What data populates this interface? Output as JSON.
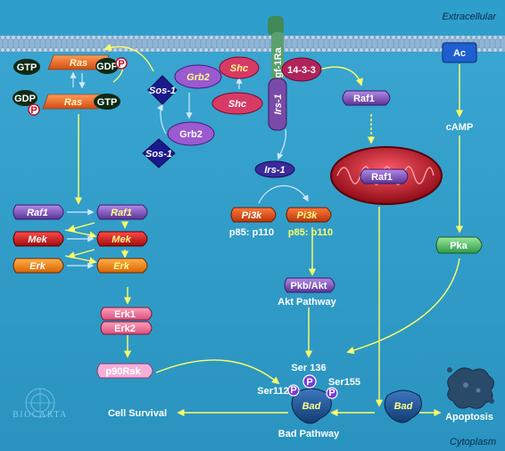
{
  "compartments": {
    "extracellular": "Extracellular",
    "cytoplasm": "Cytoplasm"
  },
  "logo": "BIOCARTA",
  "nodes": {
    "gtp1": "GTP",
    "ras1": "Ras",
    "gdp1": "GDP",
    "p1": "P",
    "gdp2": "GDP",
    "p2": "P",
    "ras2": "Ras",
    "gtp2": "GTP",
    "sos1_top": "Sos-1",
    "grb2_top": "Grb2",
    "shc_top": "Shc",
    "shc_mid": "Shc",
    "grb2_low": "Grb2",
    "sos1_low": "Sos-1",
    "igf1ra": "Igf-1Ra",
    "irs1_mem": "Irs-1",
    "prot1433": "14-3-3",
    "raf1_top": "Raf1",
    "raf1_mito": "Raf1",
    "ac": "Ac",
    "camp": "cAMP",
    "pka": "Pka",
    "irs1_cyto": "Irs-1",
    "pi3k_a": "Pi3k",
    "pi3k_a_sub": "p85: p110",
    "pi3k_b": "Pi3k",
    "pi3k_b_sub": "p85: p110",
    "pkbakt": "Pkb/Akt",
    "akt_pathway": "Akt Pathway",
    "raf1_l": "Raf1",
    "raf1_r": "Raf1",
    "mek_l": "Mek",
    "mek_r": "Mek",
    "erk_l": "Erk",
    "erk_r": "Erk",
    "erk1": "Erk1",
    "erk2": "Erk2",
    "p90rsk": "p90Rsk",
    "ser136": "Ser 136",
    "ser112": "Ser112",
    "ser155": "Ser155",
    "bad_main": "Bad",
    "bad_free": "Bad",
    "bad_pathway": "Bad Pathway",
    "cell_survival": "Cell Survival",
    "apoptosis": "Apoptosis",
    "phos": "P"
  },
  "colors": {
    "background": "#2f9ec9",
    "membrane": "#7fa8c8",
    "arrow": "#ffff66",
    "ras": "#ef6a2a",
    "raf": "#7a52b8",
    "mek": "#cc1a1a",
    "erk": "#f07b10",
    "mito": "#c0101e",
    "bad": "#1f4f8c",
    "sos": "#1a1a8c"
  }
}
